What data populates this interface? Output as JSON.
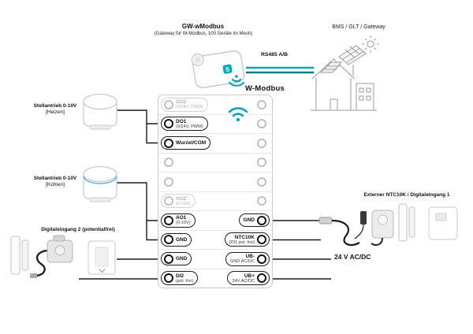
{
  "header": {
    "gateway_title": "GW-wModbus",
    "gateway_subtitle": "(Gateway für W-Modbus, 100 Geräte im Mesh)",
    "rs485_label": "RS485 A/B",
    "bms_label": "BMS / GLT / Gateway",
    "wmodbus_label": "W-Modbus"
  },
  "left_devices": {
    "heating": {
      "title": "Stellantrieb 0-10V",
      "subtitle": "[Heizen]"
    },
    "cooling": {
      "title": "Stellantrieb 0-10V",
      "subtitle": "[Kühlen]"
    },
    "digital_input2": {
      "title": "Digitaleingang 2 (potentialfrei)"
    }
  },
  "right_devices": {
    "ntc": {
      "title": "Externer NTC10K / Digitaleingang 1"
    },
    "power": {
      "title": "24 V AC/DC"
    }
  },
  "terminals": {
    "left": [
      {
        "label": "DO2",
        "sub": "(0/24V, PWM)"
      },
      {
        "label": "DO1",
        "sub": "(0/24V, PWM)"
      },
      {
        "label": "Wurzel/COM",
        "sub": ""
      },
      {
        "label": "",
        "sub": ""
      },
      {
        "label": "",
        "sub": ""
      },
      {
        "label": "AO2",
        "sub": "(0-10V)"
      },
      {
        "label": "AO1",
        "sub": "(0-10V)"
      },
      {
        "label": "GND",
        "sub": ""
      },
      {
        "label": "GND",
        "sub": ""
      },
      {
        "label": "DI2",
        "sub": "(pot. frei)"
      }
    ],
    "right": [
      {
        "label": "GND",
        "sub": ""
      },
      {
        "label": "NTC10K",
        "sub": "[DI1 pot. frei]"
      },
      {
        "label": "UB-",
        "sub": "GND AC/DC"
      },
      {
        "label": "UB+",
        "sub": "24V AC/DC"
      }
    ]
  },
  "colors": {
    "accent": "#00a7bd",
    "line": "#1a1a1a"
  }
}
